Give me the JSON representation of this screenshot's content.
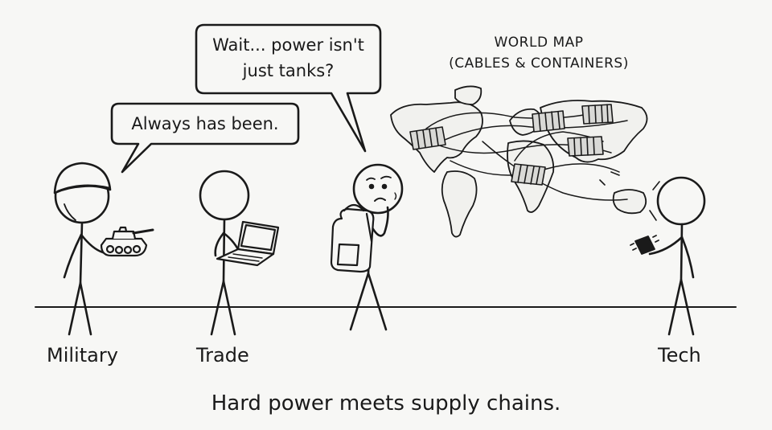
{
  "bubbles": {
    "left": "Always has been.",
    "right_line1": "Wait... power isn't",
    "right_line2": "just tanks?"
  },
  "map": {
    "title_line1": "WORLD MAP",
    "title_line2": "(CABLES & CONTAINERS)"
  },
  "labels": {
    "military": "Military",
    "trade": "Trade",
    "tech": "Tech"
  },
  "caption": "Hard power meets supply chains.",
  "colors": {
    "ink": "#1a1a1a",
    "background": "#f7f7f5",
    "container_fill": "#d9d9d6"
  }
}
